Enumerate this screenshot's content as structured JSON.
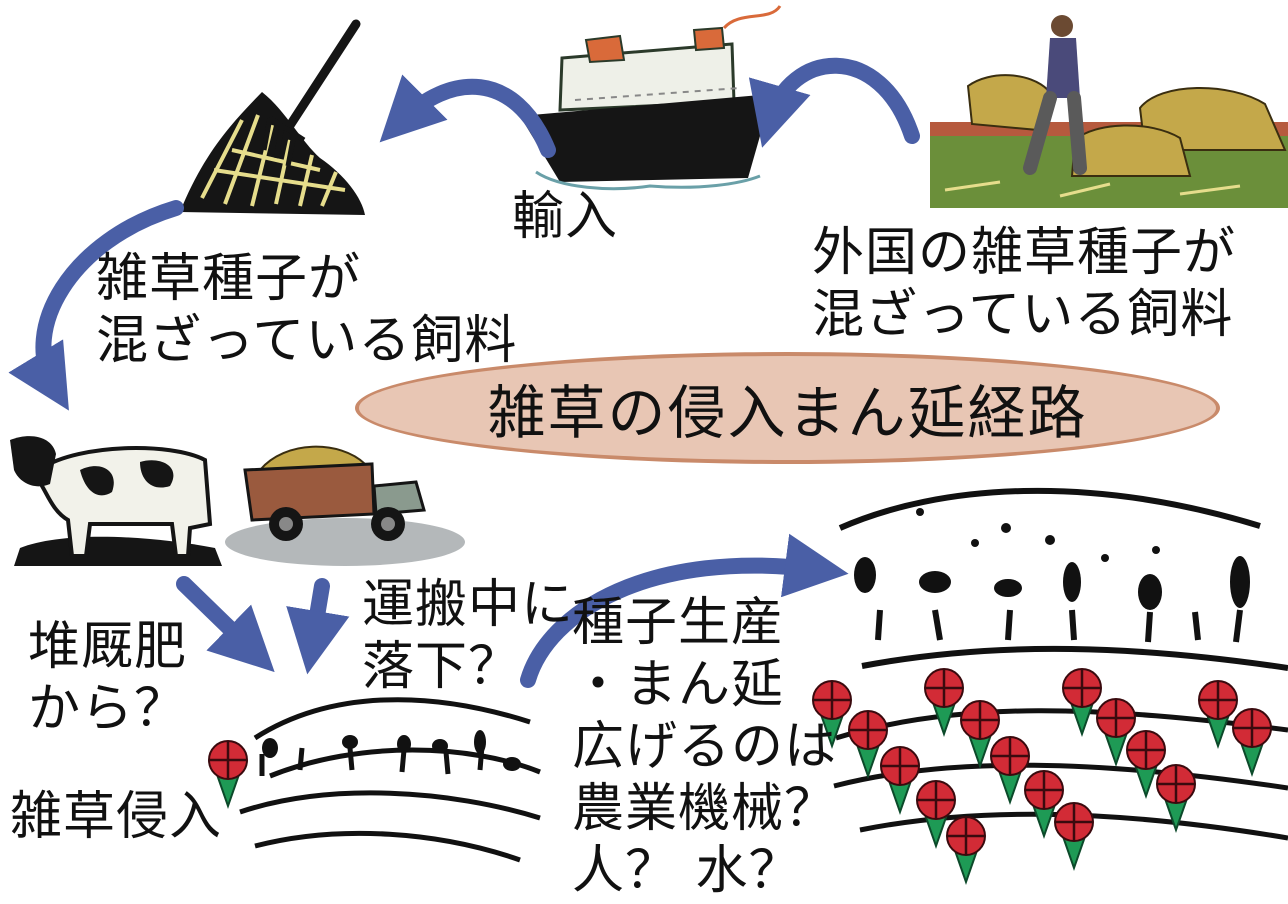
{
  "title": "雑草の侵入まん延経路",
  "labels": {
    "import": "輸入",
    "foreign_feed": "外国の雑草種子が\n混ざっている飼料",
    "domestic_feed": "雑草種子が\n混ざっている飼料",
    "manure": "堆厩肥\nから？",
    "transport": "運搬中に\n落下？",
    "invasion": "雑草侵入",
    "spread": "種子生産\n・まん延\n広げるのは\n農業機械？\n人？ 水？"
  },
  "colors": {
    "arrow": "#4a5fa6",
    "oval_fill": "#e8c6b4",
    "oval_border": "#c98a6a",
    "weed_flower": "#d22b36",
    "weed_cone": "#1e9a55",
    "soil": "#111111",
    "grass_field": "#6b8f3a",
    "ship_hull": "#151515"
  },
  "icons": {
    "hay_pile": "hay-pile-fork-icon",
    "ship": "cargo-ship-icon",
    "farmer": "farmer-carrying-hay-icon",
    "cow": "cow-icon",
    "truck": "dump-truck-icon",
    "small_field": "weed-field-small-icon",
    "large_field": "weed-field-large-icon"
  }
}
